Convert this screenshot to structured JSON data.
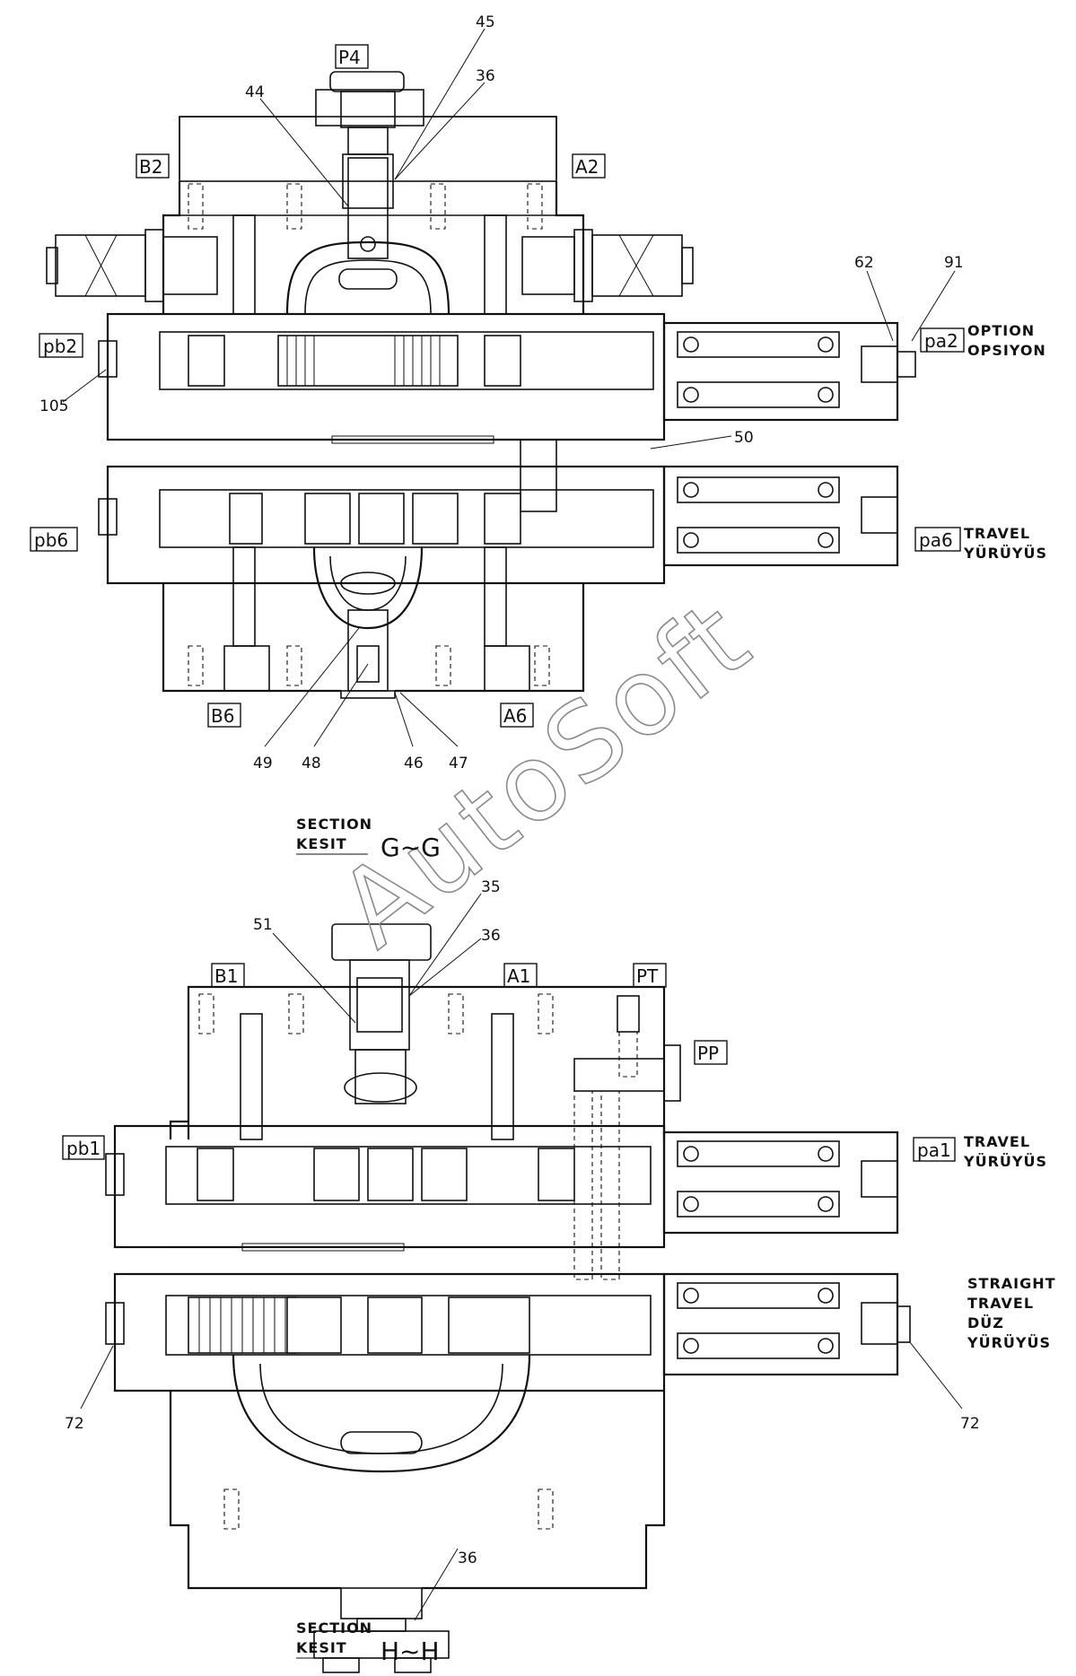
{
  "watermark": "AutoSoft",
  "section_g": {
    "heading_en": "SECTION",
    "heading_tr": "KESIT",
    "letter": "G~G",
    "ports": {
      "p4": "P4",
      "b2": "B2",
      "a2": "A2",
      "pb2": "pb2",
      "pa2": "pa2",
      "pb6": "pb6",
      "pa6": "pa6",
      "b6": "B6",
      "a6": "A6"
    },
    "labels": {
      "option_en": "OPTION",
      "option_tr": "OPSIYON",
      "travel_en": "TRAVEL",
      "travel_tr": "YÜRÜYÜS"
    },
    "callouts": {
      "c45": "45",
      "c44": "44",
      "c36": "36",
      "c62": "62",
      "c91": "91",
      "c105": "105",
      "c50": "50",
      "c49": "49",
      "c48": "48",
      "c46": "46",
      "c47": "47"
    }
  },
  "section_h": {
    "heading_en": "SECTION",
    "heading_tr": "KESIT",
    "letter": "H~H",
    "ports": {
      "b1": "B1",
      "a1": "A1",
      "pt": "PT",
      "pp": "PP",
      "pb1": "pb1",
      "pa1": "pa1"
    },
    "labels": {
      "travel_en": "TRAVEL",
      "travel_tr": "YÜRÜYÜS",
      "straight_1": "STRAIGHT",
      "straight_2": "TRAVEL",
      "straight_3": "DÜZ",
      "straight_4": "YÜRÜYÜS"
    },
    "callouts": {
      "c35": "35",
      "c51": "51",
      "c36_top": "36",
      "c72_left": "72",
      "c72_right": "72",
      "c36_bottom": "36"
    }
  }
}
